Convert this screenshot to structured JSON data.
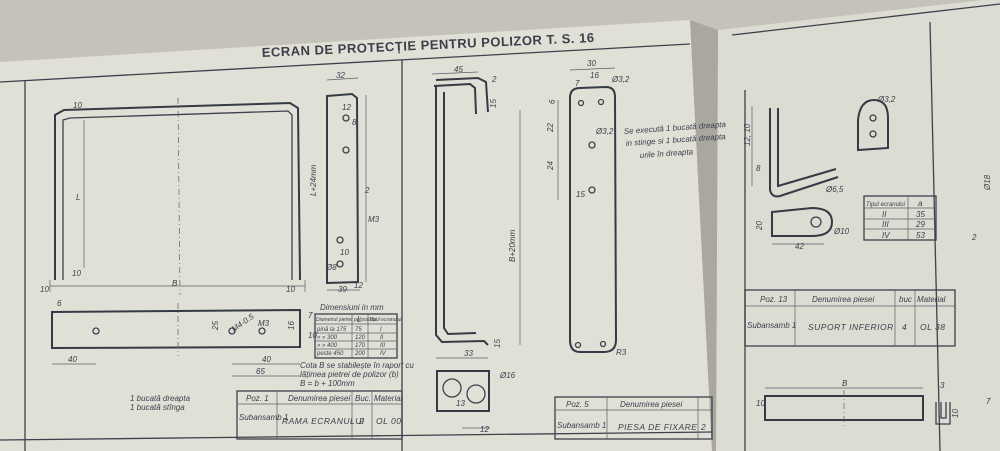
{
  "title": "ECRAN DE PROTECȚIE PENTRU POLIZOR T. S. 16",
  "frame": {
    "dims": {
      "d10a": "10",
      "d10b": "10",
      "d10c": "10",
      "d10d": "10",
      "dB": "B",
      "dL": "L",
      "d32": "32",
      "dL24": "L+24mm",
      "d12": "12",
      "d8": "8",
      "d10e": "10",
      "d2": "2",
      "dM3": "M3",
      "d39": "39",
      "d12b": "12",
      "dphi8": "Ø8",
      "d6": "6",
      "d25": "25",
      "d16": "16",
      "d7": "7",
      "d40a": "40",
      "d40b": "40",
      "d65": "65",
      "dM3b": "M3",
      "dM4": "M4-0.5",
      "d10f": "10"
    },
    "table": {
      "title": "Dimensiuni in mm",
      "headers": [
        "Diametrul pietrei polizorului",
        "L",
        "Tipul ecranului"
      ],
      "rows": [
        [
          "pină la 175",
          "75",
          "I"
        ],
        [
          "» » 300",
          "120",
          "II"
        ],
        [
          "» » 400",
          "170",
          "III"
        ],
        [
          "peste 450",
          "200",
          "IV"
        ]
      ]
    },
    "note_line1": "Cota B se stabilește în raport cu",
    "note_line2": "lățimea pietrei de polizor (b)",
    "note_line3": "B = b + 100mm",
    "qty_line1": "1 bucată dreapta",
    "qty_line2": "1 bucată stînga"
  },
  "middle": {
    "dims": {
      "d45": "45",
      "d2": "2",
      "d15a": "15",
      "dB20": "B+20mm",
      "d15b": "15",
      "d33": "33",
      "dphi16": "Ø16",
      "d13": "13",
      "d12": "12"
    }
  },
  "plate": {
    "dims": {
      "d30": "30",
      "d16": "16",
      "d7": "7",
      "dphi32a": "Ø3,2",
      "d6": "6",
      "d22": "22",
      "dphi32b": "Ø3,2",
      "d24": "24",
      "d15": "15",
      "dR3": "R3"
    },
    "note_line1": "Se execută 1 bucată dreapta",
    "note_line2": "in stinge si 1 bucată dreapta",
    "note_line3": "urile în dreapta"
  },
  "titleblock_left": {
    "poz_label": "Poz. 1",
    "name_label": "Denumirea piesei",
    "buc_label": "Buc.",
    "mat_label": "Material",
    "sub_label": "Subansamb 1",
    "name": "RAMA ECRANULUI",
    "buc": "2",
    "mat": "OL 00"
  },
  "titleblock_mid": {
    "poz_label": "Poz. 5",
    "name_label": "Denumirea piesei",
    "sub_label": "Subansamb 1",
    "name": "PIESA DE FIXARE",
    "buc": "2"
  },
  "right": {
    "dims": {
      "d12_10": "12, 10",
      "d8": "8",
      "dphi32": "Ø3,2",
      "dphi65": "Ø6,5",
      "d20": "20",
      "d42": "42",
      "dphi10": "Ø10",
      "d2": "2",
      "dphi18": "Ø18",
      "dB": "B",
      "d10a": "10",
      "d3": "3",
      "d10b": "10",
      "d7": "7"
    },
    "table": {
      "headers": [
        "Tipul ecranului",
        "a"
      ],
      "rows": [
        [
          "II",
          "35"
        ],
        [
          "III",
          "29"
        ],
        [
          "IV",
          "53"
        ]
      ]
    },
    "titleblock": {
      "poz_label": "Poz. 13",
      "name_label": "Denumirea piesei",
      "buc_label": "buc",
      "mat_label": "Material",
      "sub_label": "Subansamb 1",
      "name": "SUPORT INFERIOR",
      "buc": "4",
      "mat": "OL 38"
    }
  }
}
